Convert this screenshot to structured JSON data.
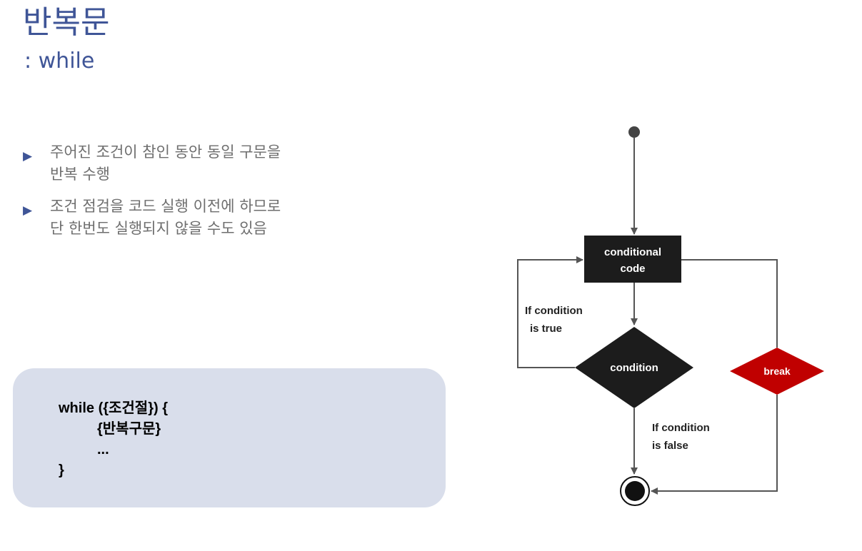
{
  "header": {
    "title": "반복문",
    "subtitle": ": while"
  },
  "bullets": [
    {
      "line1": "주어진 조건이 참인 동안 동일 구문을",
      "line2": "반복 수행"
    },
    {
      "line1": "조건 점검을 코드 실행 이전에 하므로",
      "line2": "단 한번도 실행되지 않을 수도 있음"
    }
  ],
  "code": {
    "line1": "while ({조건절}) {",
    "line2": "{반복구문}",
    "line3": "...",
    "line4": "}"
  },
  "flowchart": {
    "box_label_1": "conditional",
    "box_label_2": "code",
    "condition_label": "condition",
    "break_label": "break",
    "true_label_1": "If condition",
    "true_label_2": "is true",
    "false_label_1": "If condition",
    "false_label_2": "is false",
    "colors": {
      "node": "#1c1c1c",
      "break": "#c00000",
      "line": "#555555"
    }
  },
  "icons": {
    "bullet": "▶"
  }
}
